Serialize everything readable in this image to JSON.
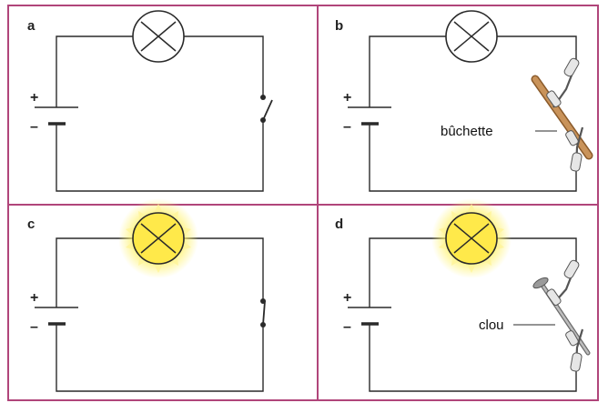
{
  "panels": [
    {
      "letter": "a",
      "lamp": "off",
      "switch": "open",
      "conductor": null
    },
    {
      "letter": "b",
      "lamp": "off",
      "switch": null,
      "conductor": "bûchette"
    },
    {
      "letter": "c",
      "lamp": "on",
      "switch": "closed",
      "conductor": null
    },
    {
      "letter": "d",
      "lamp": "on",
      "switch": null,
      "conductor": "clou"
    }
  ],
  "battery": {
    "plus_sign": "+",
    "minus_sign": "–"
  },
  "colors": {
    "frame": "#b0457a",
    "wire": "#2a2a2a",
    "glow": "#fff26a",
    "wood": "#c9935a"
  }
}
